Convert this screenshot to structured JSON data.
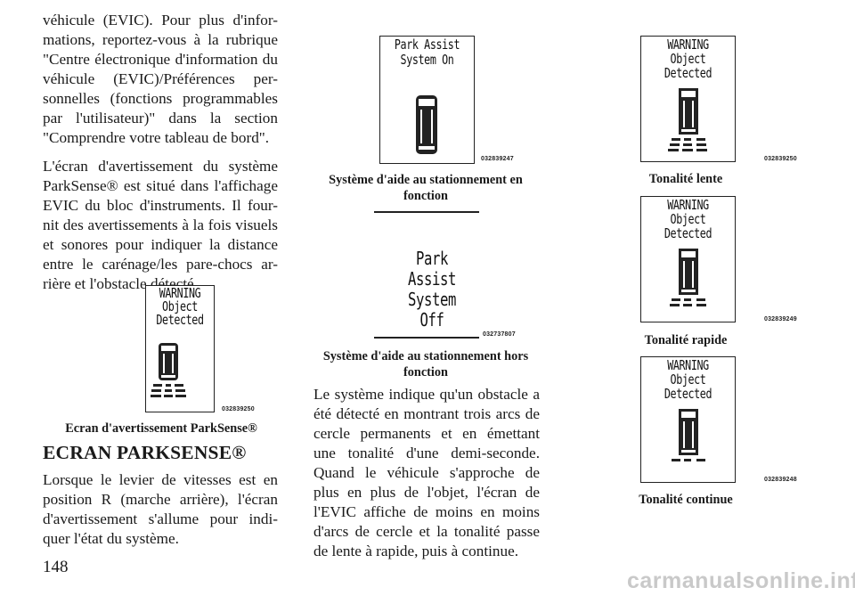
{
  "left_column": {
    "intro_paragraph": "véhicule (EVIC). Pour plus d'infor- mations, reportez-vous à la rubrique \"Centre électronique d'information du véhicule (EVIC)/Préférences per- sonnelles (fonctions programmables par l'utilisateur)\" dans la section \"Comprendre votre tableau de bord\".",
    "paragraph_2": "L'écran d'avertissement du système ParkSense® est situé dans l'affichage EVIC du bloc d'instruments. Il four- nit des avertissements à la fois visuels et sonores pour indiquer la distance entre le carénage/les pare-chocs ar- rière et l'obstacle détecté.",
    "figure": {
      "lcd_lines": [
        "WARNING",
        "Object",
        "Detected"
      ],
      "code": "032839250",
      "caption": "Ecran d'avertissement ParkSense®"
    },
    "heading": "ECRAN PARKSENSE®",
    "paragraph_3": "Lorsque le levier de vitesses est en position R (marche arrière), l'écran d'avertissement s'allume pour indi- quer l'état du système."
  },
  "middle_column": {
    "figure_on": {
      "lcd_lines": [
        "Park Assist",
        "System On"
      ],
      "code": "032839247",
      "caption": "Système d'aide au stationnement en fonction"
    },
    "figure_off": {
      "lcd_lines": [
        "Park Assist",
        "System",
        "Off"
      ],
      "code": "032737807",
      "caption": "Système d'aide au stationnement hors fonction"
    },
    "paragraph": "Le système indique qu'un obstacle a été détecté en montrant trois arcs de cercle permanents et en émettant une tonalité d'une demi-seconde. Quand le véhicule s'approche de plus en plus de l'objet, l'écran de l'EVIC affiche de moins en moins d'arcs de cercle et la tonalité passe de lente à rapide, puis à continue."
  },
  "right_column": {
    "figures": [
      {
        "lcd_lines": [
          "WARNING",
          "Object",
          "Detected"
        ],
        "code": "032839250",
        "caption": "Tonalité lente",
        "arcs": 3
      },
      {
        "lcd_lines": [
          "WARNING",
          "Object",
          "Detected"
        ],
        "code": "032839249",
        "caption": "Tonalité rapide",
        "arcs": 2
      },
      {
        "lcd_lines": [
          "WARNING",
          "Object",
          "Detected"
        ],
        "code": "032839248",
        "caption": "Tonalité continue",
        "arcs": 1
      }
    ]
  },
  "page_number": "148",
  "watermark": "carmanualsonline.info"
}
